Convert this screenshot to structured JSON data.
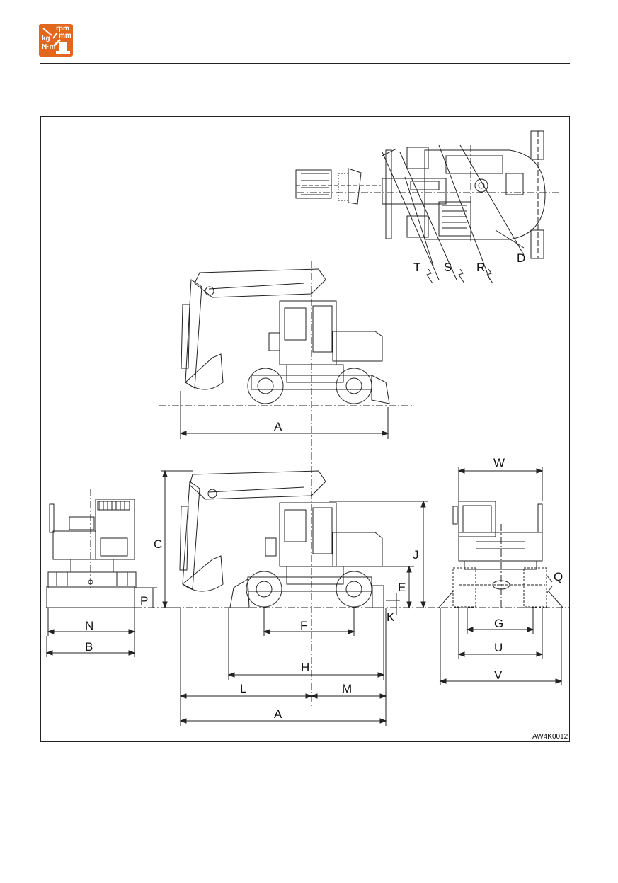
{
  "header": {
    "logo_lines": [
      "rpm",
      "mm",
      "kg",
      "N·m"
    ]
  },
  "drawing": {
    "dimension_labels": {
      "T": "T",
      "S": "S",
      "R": "R",
      "D": "D",
      "A": "A",
      "C": "C",
      "J": "J",
      "E": "E",
      "K": "K",
      "F": "F",
      "H": "H",
      "L": "L",
      "M": "M",
      "N": "N",
      "B": "B",
      "P": "P",
      "W": "W",
      "Q": "Q",
      "G": "G",
      "U": "U",
      "V": "V"
    },
    "figure_code": "AW4K0012"
  }
}
